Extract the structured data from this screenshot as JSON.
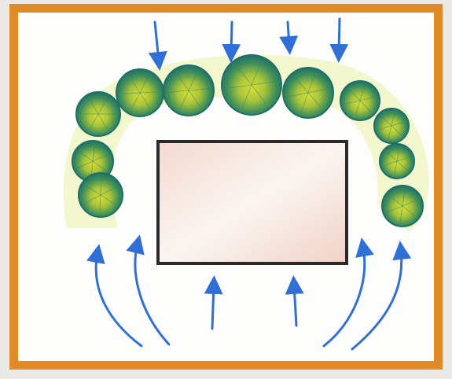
{
  "diagram": {
    "frame_color": "#e08a28",
    "background": "#fdfdfb",
    "colors": {
      "tree_dark": "#1f7a6a",
      "tree_mid": "#4f9d52",
      "tree_light": "#d8df36",
      "glow": "#e6f0a6",
      "arrow": "#2f6fd6",
      "building_fill": "#f6e6df",
      "building_outline": "#2a2a2a"
    },
    "elements": {
      "tree_canopy": "windbreak-trees",
      "building": "building",
      "arrows": "wind-arrows"
    }
  }
}
